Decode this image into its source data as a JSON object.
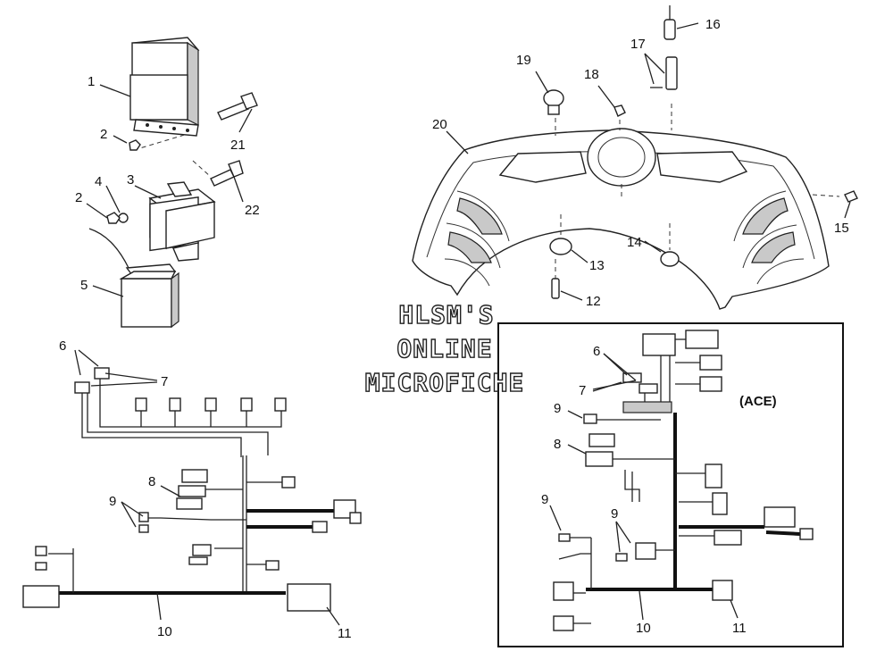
{
  "diagram": {
    "callouts_left": [
      "1",
      "2",
      "21",
      "4",
      "3",
      "2",
      "22",
      "5",
      "6",
      "7",
      "8",
      "9",
      "10",
      "11"
    ],
    "callouts_top": [
      "16",
      "17",
      "19",
      "18",
      "20",
      "15",
      "14",
      "13",
      "12"
    ],
    "callouts_box": [
      "6",
      "7",
      "9",
      "8",
      "9",
      "9",
      "10",
      "11"
    ],
    "box_label": "(ACE)",
    "watermark": [
      "HLSM'S",
      "ONLINE",
      "MICROFICHE"
    ]
  }
}
